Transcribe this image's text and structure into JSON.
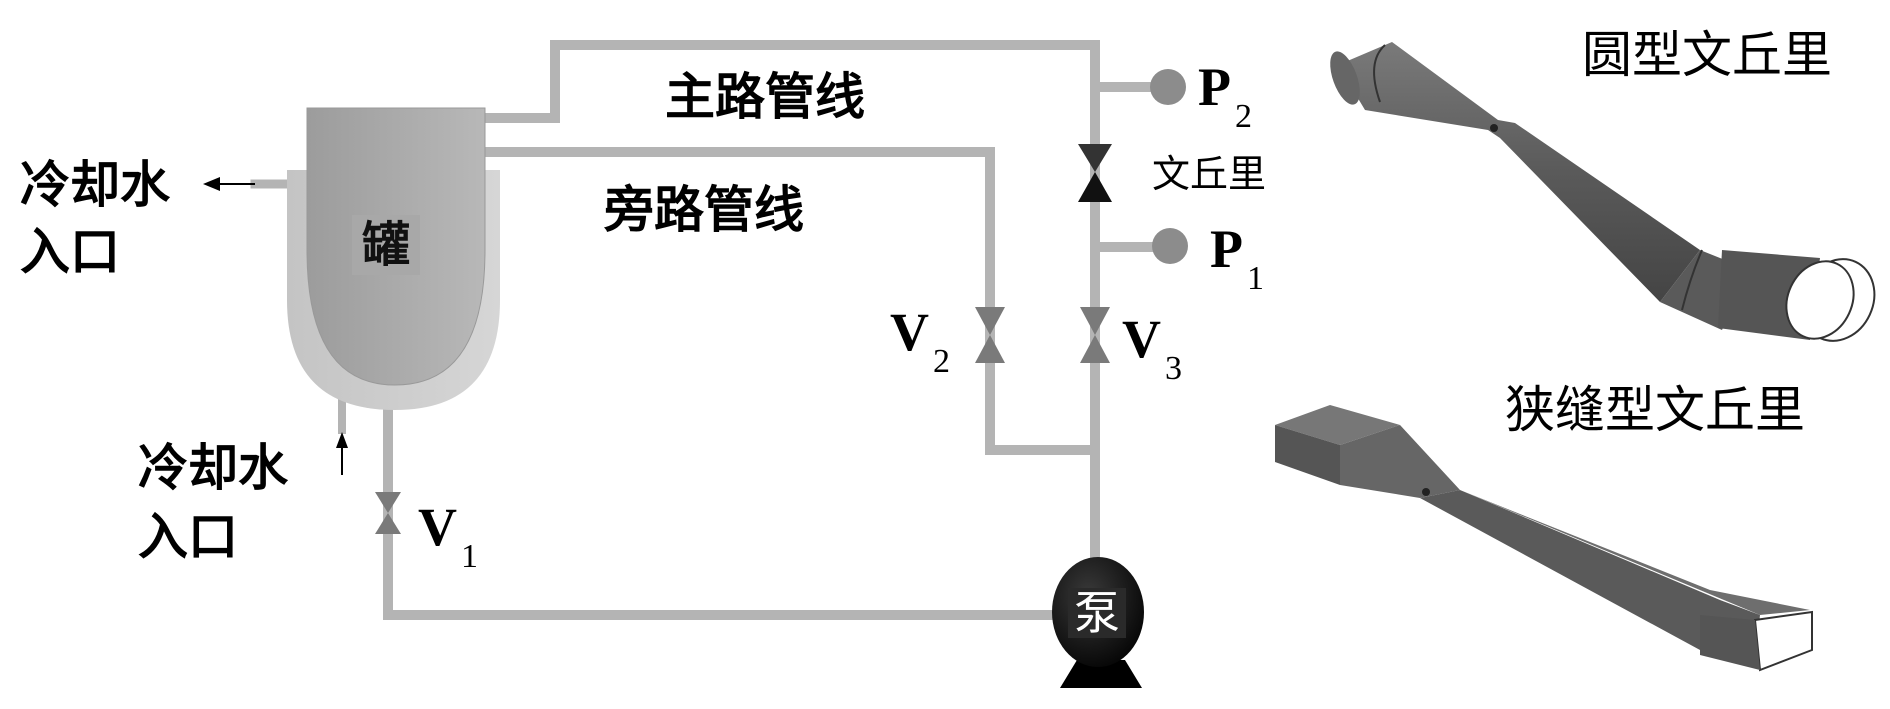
{
  "diagram": {
    "components": {
      "tank": "罐",
      "pump": "泵",
      "venturi": "文丘里"
    },
    "lines": {
      "main_line": "主路管线",
      "bypass_line": "旁路管线"
    },
    "cooling_water": {
      "outlet_line1": "冷却水",
      "outlet_line2": "入口",
      "inlet_line1": "冷却水",
      "inlet_line2": "入口"
    },
    "valves": [
      {
        "symbol": "V",
        "subscript": "1"
      },
      {
        "symbol": "V",
        "subscript": "2"
      },
      {
        "symbol": "V",
        "subscript": "3"
      }
    ],
    "pressure_gauges": [
      {
        "symbol": "P",
        "subscript": "2"
      },
      {
        "symbol": "P",
        "subscript": "1"
      }
    ]
  },
  "models": {
    "round_venturi": "圆型文丘里",
    "slit_venturi": "狭缝型文丘里"
  },
  "colors": {
    "pipe": "#b4b4b4",
    "tank": "#a6a6a6",
    "jacket": "#c8c8c8",
    "valve": "#7a7a7a",
    "pump": "#111111",
    "model": "#5a5a5a"
  }
}
